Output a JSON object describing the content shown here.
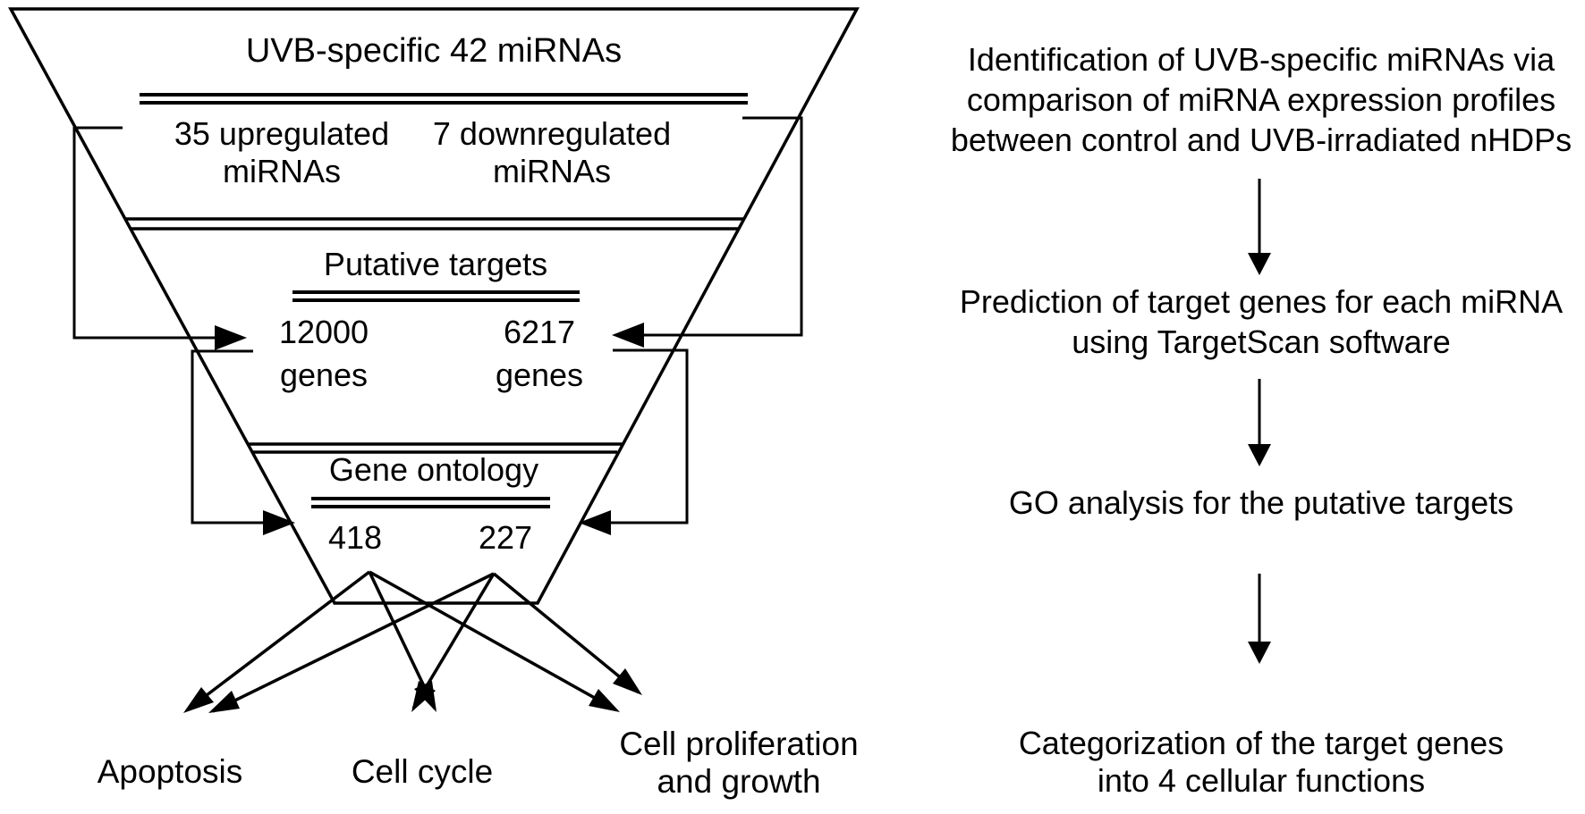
{
  "funnel": {
    "levels": [
      {
        "title": "UVB-specific 42 miRNAs",
        "left_value": "35 upregulated\nmiRNAs",
        "right_value": "7 downregulated\nmiRNAs"
      },
      {
        "title": "Putative targets",
        "left_value": "12000\ngenes",
        "right_value": "6217\ngenes"
      },
      {
        "title": "Gene ontology",
        "left_value": "418",
        "right_value": "227"
      }
    ],
    "outcomes": [
      "Apoptosis",
      "Cell cycle",
      "Cell proliferation\nand growth"
    ]
  },
  "steps": [
    "Identification of UVB-specific miRNAs via\ncomparison of miRNA expression profiles\nbetween control and UVB-irradiated nHDPs",
    "Prediction of target genes for each miRNA\nusing TargetScan software",
    "GO analysis for the putative targets",
    "Categorization of the target genes\ninto 4 cellular functions"
  ],
  "colors": {
    "ink": "#000000",
    "background": "#ffffff"
  }
}
